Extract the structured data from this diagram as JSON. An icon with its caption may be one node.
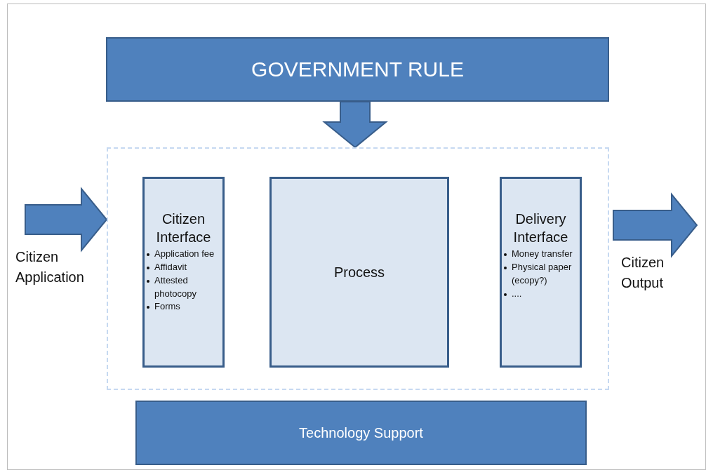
{
  "diagram": {
    "nodes": [
      {
        "text": [
          "GOVERNMENT RULE"
        ]
      },
      {
        "text": [],
        "shape": "box"
      },
      {
        "text": [
          "Citizen Interface",
          "Application fee",
          "Affidavit",
          "Attested photocopy",
          "Forms"
        ],
        "in": 1
      },
      {
        "text": [
          "Process"
        ],
        "in": 1
      },
      {
        "text": [
          "Delivery Interface",
          "Money transfer",
          "Physical paper (ecopy?)",
          "...."
        ],
        "in": 1
      },
      {
        "text": [
          "Technology Support"
        ]
      }
    ],
    "edges": [
      {
        "from": 0,
        "to": 1,
        "arrow": "to"
      },
      {
        "from": null,
        "to": 1,
        "arrow": "to"
      },
      {
        "from": 1,
        "to": null,
        "arrow": "to"
      }
    ],
    "labels": [
      "Citizen Application",
      "Citizen Output"
    ]
  }
}
